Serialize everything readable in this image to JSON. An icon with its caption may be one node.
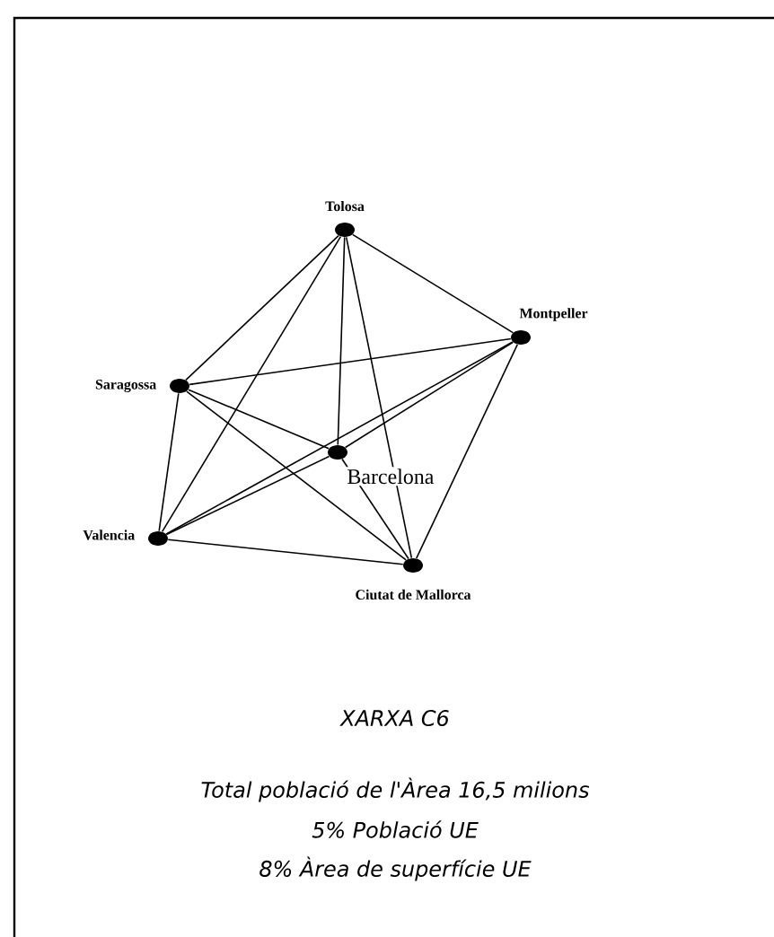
{
  "diagram": {
    "caption": "XARXA C6",
    "nodes": [
      {
        "text": [
          "Tolosa"
        ]
      },
      {
        "text": [
          "Montpeller"
        ]
      },
      {
        "text": [
          "Saragossa"
        ]
      },
      {
        "text": [
          "Barcelona"
        ]
      },
      {
        "text": [
          "Valencia"
        ]
      },
      {
        "text": [
          "Ciutat de Mallorca"
        ]
      }
    ],
    "edges": [
      {
        "from": 0,
        "to": 1,
        "arrow": "none"
      },
      {
        "from": 0,
        "to": 2,
        "arrow": "none"
      },
      {
        "from": 0,
        "to": 3,
        "arrow": "none"
      },
      {
        "from": 0,
        "to": 4,
        "arrow": "none"
      },
      {
        "from": 0,
        "to": 5,
        "arrow": "none"
      },
      {
        "from": 2,
        "to": 1,
        "arrow": "none"
      },
      {
        "from": 2,
        "to": 3,
        "arrow": "none"
      },
      {
        "from": 2,
        "to": 4,
        "arrow": "none"
      },
      {
        "from": 2,
        "to": 5,
        "arrow": "none"
      },
      {
        "from": 3,
        "to": 1,
        "arrow": "none"
      },
      {
        "from": 4,
        "to": 1,
        "arrow": "none"
      },
      {
        "from": 1,
        "to": 5,
        "arrow": "none"
      },
      {
        "from": 4,
        "to": 3,
        "arrow": "none"
      },
      {
        "from": 3,
        "to": 5,
        "arrow": "none"
      },
      {
        "from": 4,
        "to": 5,
        "arrow": "none"
      }
    ],
    "labels": [
      "Total població de l'Àrea  16,5 milions",
      "5% Població UE",
      "8% Àrea de superfície UE"
    ]
  }
}
